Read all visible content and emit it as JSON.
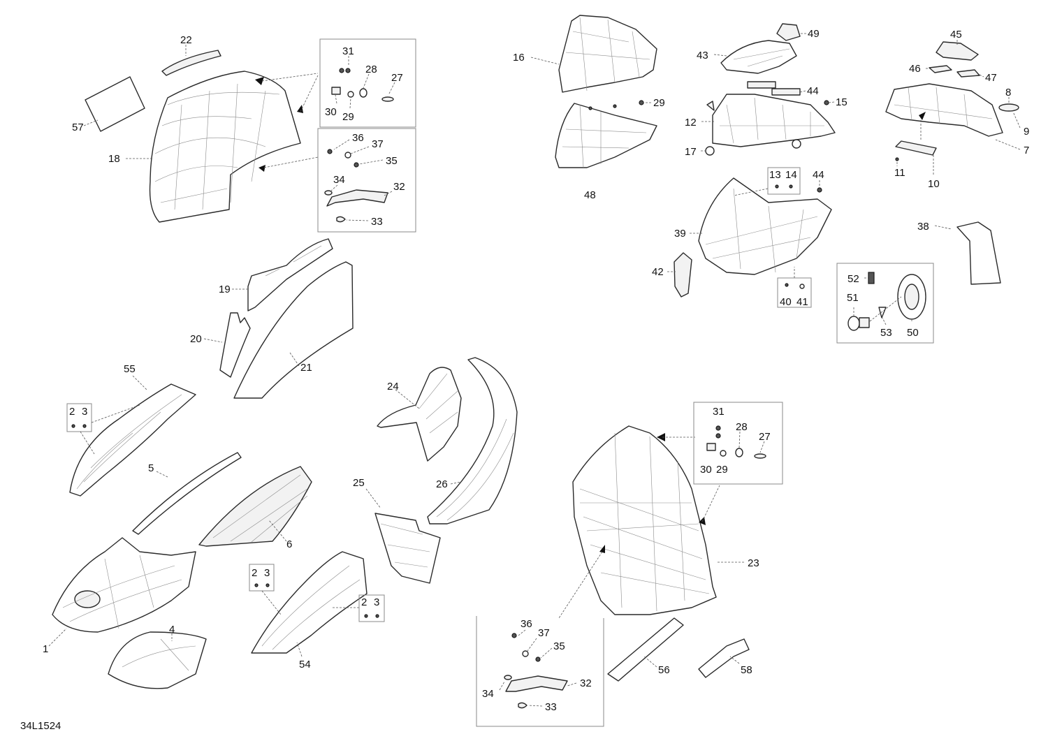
{
  "diagram": {
    "reference_code": "34L1524",
    "callouts": {
      "c1": "1",
      "c2a": "2",
      "c3a": "3",
      "c2b": "2",
      "c3b": "3",
      "c2c": "2",
      "c3c": "3",
      "c4": "4",
      "c5": "5",
      "c6": "6",
      "c7": "7",
      "c8": "8",
      "c9": "9",
      "c10": "10",
      "c11": "11",
      "c12": "12",
      "c13": "13",
      "c14": "14",
      "c15": "15",
      "c16": "16",
      "c17": "17",
      "c18": "18",
      "c19": "19",
      "c20": "20",
      "c21": "21",
      "c22": "22",
      "c23": "23",
      "c24": "24",
      "c25": "25",
      "c26": "26",
      "c27a": "27",
      "c28a": "28",
      "c29a": "29",
      "c30a": "30",
      "c31a": "31",
      "c27b": "27",
      "c28b": "28",
      "c29b": "29",
      "c30b": "30",
      "c31b": "31",
      "c29c": "29",
      "c32a": "32",
      "c33a": "33",
      "c34a": "34",
      "c35a": "35",
      "c36a": "36",
      "c37a": "37",
      "c32b": "32",
      "c33b": "33",
      "c34b": "34",
      "c35b": "35",
      "c36b": "36",
      "c37b": "37",
      "c38": "38",
      "c39": "39",
      "c40": "40",
      "c41": "41",
      "c42": "42",
      "c43": "43",
      "c44a": "44",
      "c44b": "44",
      "c45": "45",
      "c46": "46",
      "c47": "47",
      "c48": "48",
      "c49": "49",
      "c50": "50",
      "c51": "51",
      "c52": "52",
      "c53": "53",
      "c54": "54",
      "c55": "55",
      "c56": "56",
      "c57": "57",
      "c58": "58"
    }
  }
}
